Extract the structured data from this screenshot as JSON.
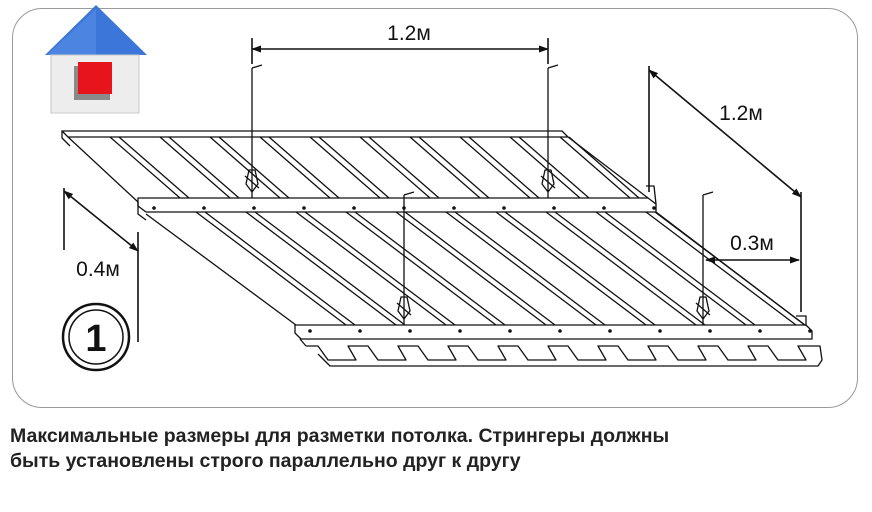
{
  "dimensions": {
    "top_spacing": "1.2м",
    "side_spacing": "1.2м",
    "edge_offset": "0.4м",
    "end_offset": "0.3м"
  },
  "step_number": "1",
  "icon": "house-icon",
  "colors": {
    "roof": "#3b76d8",
    "window": "#e8141b",
    "line": "#111111",
    "frame": "#9a9a9a"
  },
  "caption": {
    "line1": "Максимальные размеры для разметки потолка. Стрингеры должны",
    "line2": "быть установлены строго параллельно друг к другу"
  }
}
